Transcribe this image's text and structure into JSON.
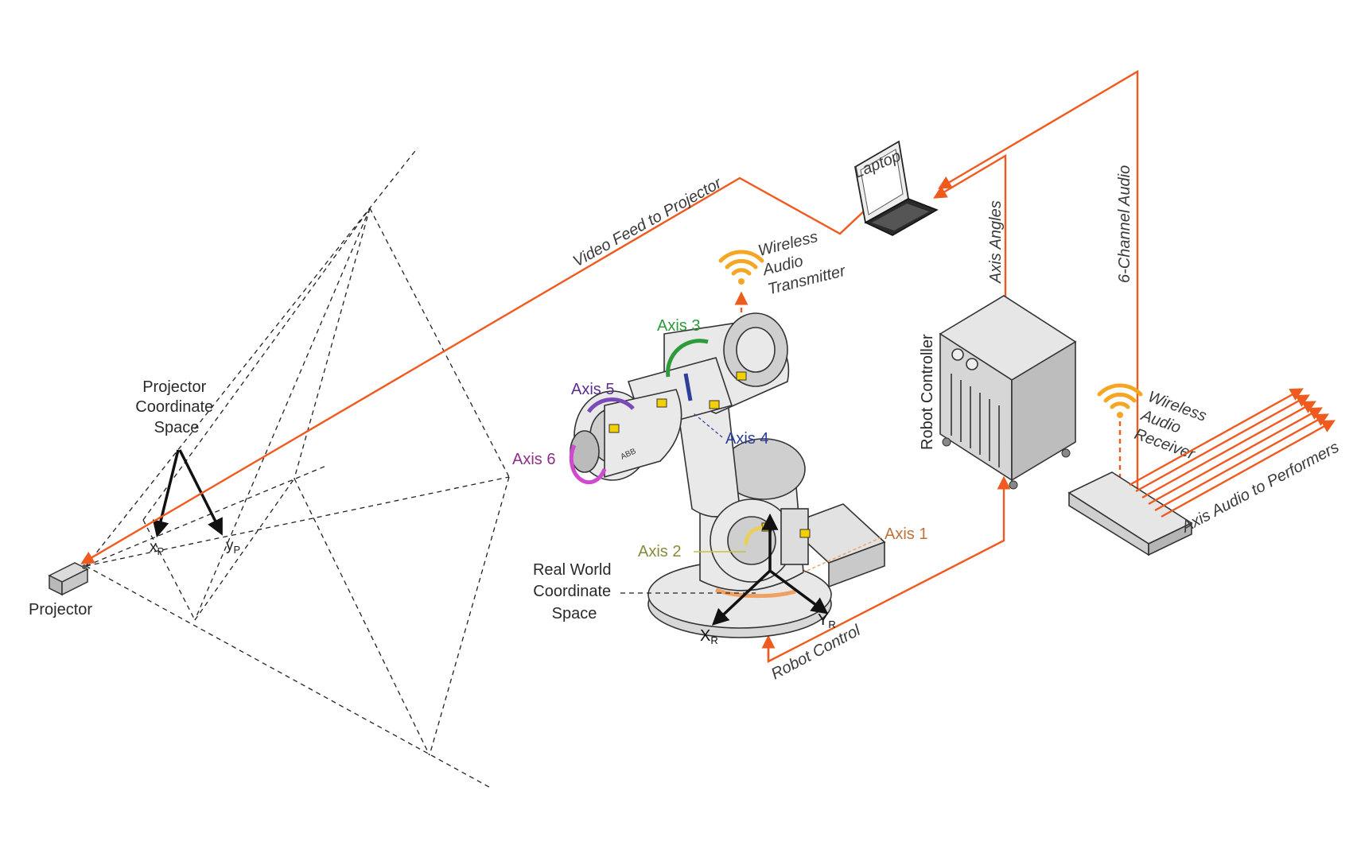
{
  "labels": {
    "video_feed": "Video Feed to Projector",
    "laptop": "Laptop",
    "axis_angles": "Axis Angles",
    "six_channel_audio": "6-Channel Audio",
    "wireless_transmitter": [
      "Wireless",
      "Audio",
      "Transmitter"
    ],
    "wireless_receiver": [
      "Wireless",
      "Audio",
      "Receiver"
    ],
    "robot_controller": "Robot Controller",
    "axis_audio_performers": "Axis Audio to Performers",
    "robot_control": "Robot Control",
    "projector": "Projector",
    "projector_space": [
      "Projector",
      "Coordinate",
      "Space"
    ],
    "real_world_space": [
      "Real World",
      "Coordinate",
      "Space"
    ],
    "projector_axis_x": "x",
    "projector_axis_y": "y",
    "projector_axis_sub": "P",
    "robot_axis_x": "X",
    "robot_axis_y": "Y",
    "robot_axis_sub": "R",
    "axis1": "Axis 1",
    "axis2": "Axis 2",
    "axis3": "Axis 3",
    "axis4": "Axis 4",
    "axis5": "Axis 5",
    "axis6": "Axis 6",
    "robot_brand": "ABB"
  },
  "colors": {
    "signal": "#f05a1e",
    "wifi": "#f5a623",
    "axis1": "#c0703a",
    "axis2": "#8a8a3a",
    "axis3": "#2e9a3a",
    "axis4": "#2d3f9a",
    "axis5": "#5b2d8f",
    "axis6": "#8f2d8a"
  }
}
